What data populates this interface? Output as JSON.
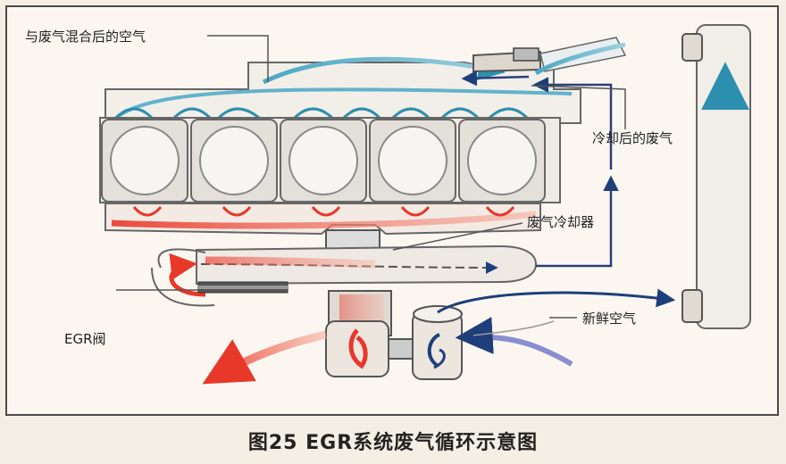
{
  "labels": {
    "mixed_air": "与废气混合后的空气",
    "cooled_exhaust": "冷却后的废气",
    "exhaust_cooler": "废气冷却器",
    "egr_valve": "EGR阀",
    "fresh_air": "新鲜空气"
  },
  "caption": "图25 EGR系统废气循环示意图",
  "colors": {
    "hot_exhaust": "#e8382a",
    "cool_air": "#2d8fb0",
    "fresh_air_dark": "#1f3f7a",
    "engine_block": "#e6e2dc",
    "outline": "#555555"
  }
}
